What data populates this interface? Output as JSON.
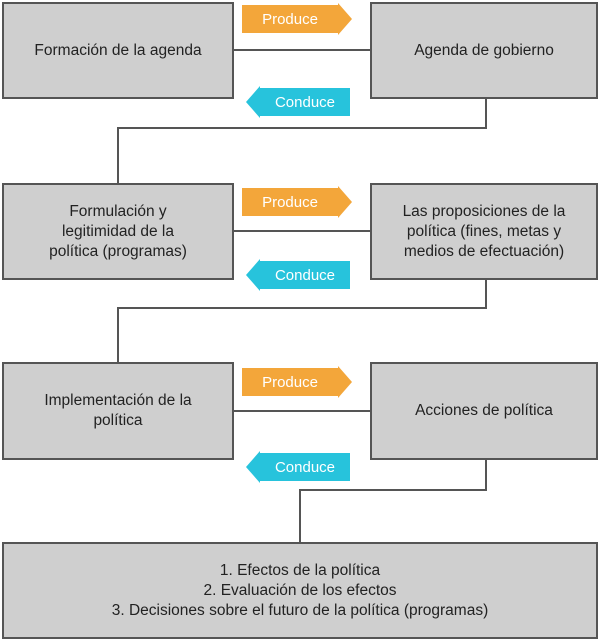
{
  "colors": {
    "box_fill": "#cfcfcf",
    "box_border": "#555555",
    "produce": "#f3a63a",
    "conduce": "#27c3dc",
    "line": "#555555"
  },
  "boxes": {
    "agenda_formation": "Formación de la agenda",
    "government_agenda": "Agenda de gobierno",
    "formulation": "Formulación y\nlegitimidad de la\npolítica (programas)",
    "propositions": "Las proposiciones de la\npolítica (fines, metas y\nmedios de efectuación)",
    "implementation": "Implementación de la\npolítica",
    "actions": "Acciones de política",
    "outcomes": "1. Efectos de la política\n2. Evaluación de los efectos\n3. Decisiones sobre el futuro de la política (programas)"
  },
  "arrows": {
    "produce": "Produce",
    "conduce": "Conduce"
  }
}
